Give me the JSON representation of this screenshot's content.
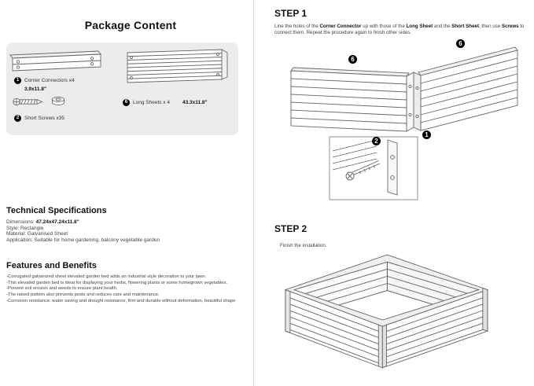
{
  "package": {
    "title": "Package Content",
    "items": {
      "corner": {
        "num": "1",
        "label": "Corner Connectors x4",
        "size": "3.9x11.8\""
      },
      "sheets": {
        "num": "6",
        "label": "Long Sheets x 4",
        "size": "43.3x11.8\""
      },
      "screws": {
        "num": "2",
        "label": "Short Screws x35"
      }
    }
  },
  "specs": {
    "title": "Technical Specifications",
    "dimensions_label": "Dimensions:",
    "dimensions_value": "47.24x47.24x11.8\"",
    "style_line": "Style: Rectangle",
    "material_line": "Material: Galvanised Sheet",
    "application_line": "Application: Suitable for home gardening, balcony vegetable garden"
  },
  "features": {
    "title": "Features and Benefits",
    "items": [
      "-Corrugated galvanized sheet elevated garden bed adds an industrial style decoration to your lawn.",
      "-This elevated garden bed is ideal for displaying your herbs, flowering plants or some homegrown vegetables.",
      "-Prevent soil erosion and weeds to ensure plant health.",
      "-The raised pattern also prevents pests and reduces care and maintenance.",
      "-Corrosion resistance, water saving and drought resistance, firm and durable without deformation, beautiful shape"
    ]
  },
  "step1": {
    "title": "STEP 1",
    "instruction": [
      {
        "t": "Line the holes of the "
      },
      {
        "t": "Corner Connector"
      },
      {
        "t": " up with those of the "
      },
      {
        "t": "Long Sheet"
      },
      {
        "t": " and the "
      },
      {
        "t": "Short Sheet"
      },
      {
        "t": ", then use "
      },
      {
        "t": "Screws"
      },
      {
        "t": " to connect them. Repeat the procedure again to finish other sides."
      }
    ],
    "labels": {
      "sheet_left": "6",
      "sheet_right": "6",
      "connector": "1",
      "screw": "2"
    }
  },
  "step2": {
    "title": "STEP 2",
    "instruction": "Finish the installation."
  }
}
